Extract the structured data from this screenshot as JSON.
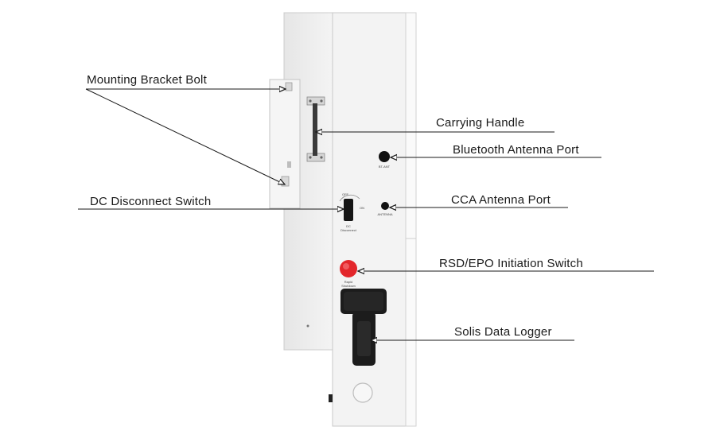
{
  "labels": {
    "mounting_bracket_bolt": "Mounting Bracket Bolt",
    "carrying_handle": "Carrying Handle",
    "bluetooth_antenna_port": "Bluetooth Antenna Port",
    "dc_disconnect_switch": "DC Disconnect Switch",
    "cca_antenna_port": "CCA Antenna Port",
    "rsd_epo_initiation_switch": "RSD/EPO Initiation Switch",
    "solis_data_logger": "Solis Data Logger"
  },
  "device_markings": {
    "bt_port": "BT-ANT",
    "antenna_port": "ANTENNA",
    "switch_off": "OFF",
    "switch_on": "ON",
    "dc_disconnect_line1": "DC",
    "dc_disconnect_line2": "Disconnect",
    "rapid_shutdown_line1": "Rapid",
    "rapid_shutdown_line2": "Shutdown"
  },
  "colors": {
    "line": "#1a1a1a",
    "panel": "#f3f3f3",
    "panel_edge": "#c8c8c8",
    "epo_button": "#e3262b",
    "logger": "#1c1c1c"
  }
}
